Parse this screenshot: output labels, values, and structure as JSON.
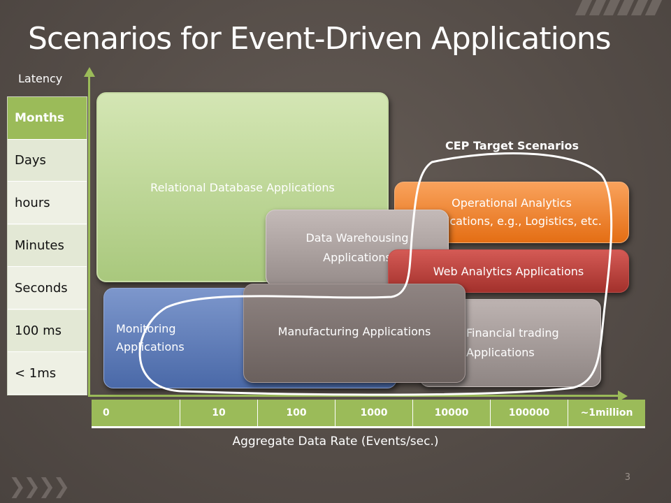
{
  "slide": {
    "title": "Scenarios for Event-Driven Applications",
    "page_number": "3"
  },
  "latency_axis": {
    "label": "Latency",
    "header": "Months",
    "rows": [
      "Days",
      "hours",
      "Minutes",
      "Seconds",
      "100 ms",
      "< 1ms"
    ]
  },
  "rate_axis": {
    "label": "Aggregate Data Rate (Events/sec.)",
    "ticks": [
      "0",
      "10",
      "100",
      "1000",
      "10000",
      "100000",
      "~1million"
    ]
  },
  "boxes": {
    "relational": "Relational Database Applications",
    "operational_line1": "Operational Analytics",
    "operational_line2": "Applications, e.g., Logistics, etc.",
    "web": "Web Analytics Applications",
    "monitoring_line1": "Monitoring",
    "monitoring_line2": "Applications",
    "financial_line1": "Financial trading",
    "financial_line2": "Applications",
    "warehouse_line1": "Data Warehousing",
    "warehouse_line2": "Applications",
    "manufacturing": "Manufacturing Applications"
  },
  "cep": {
    "label": "CEP Target Scenarios"
  },
  "colors": {
    "accent_green": "#9bbb59",
    "orange": "#e46e14",
    "red": "#a3312c",
    "blue": "#4a69a8",
    "gray": "#8e8583",
    "background": "#5a524d"
  }
}
